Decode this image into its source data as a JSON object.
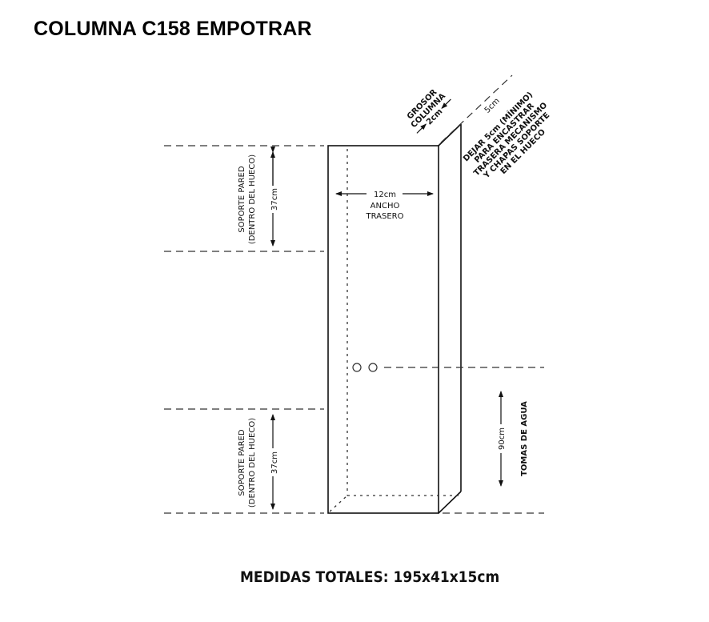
{
  "title": "COLUMNA C158 EMPOTRAR",
  "totals": "MEDIDAS TOTALES: 195x41x15cm",
  "labels": {
    "grosor_line1": "GROSOR",
    "grosor_line2": "COLUMNA",
    "grosor_value": "2cm",
    "gap_value": "5cm",
    "note_lines": [
      "DEJAR 5cm (MÍNIMO)",
      "PARA ENCASTRAR",
      "TRASERA MECANISMO",
      "Y CHAPAS SOPORTE",
      "EN EL HUECO"
    ],
    "width_value": "12cm",
    "width_line1": "ANCHO",
    "width_line2": "TRASERO",
    "support_top_line1": "SOPORTE PARED",
    "support_top_line2": "(DENTRO DEL HUECO)",
    "support_top_value": "37cm",
    "support_bottom_line1": "SOPORTE PARED",
    "support_bottom_line2": "(DENTRO DEL HUECO)",
    "support_bottom_value": "37cm",
    "water_value": "90cm",
    "water_label": "TOMAS DE AGUA"
  }
}
